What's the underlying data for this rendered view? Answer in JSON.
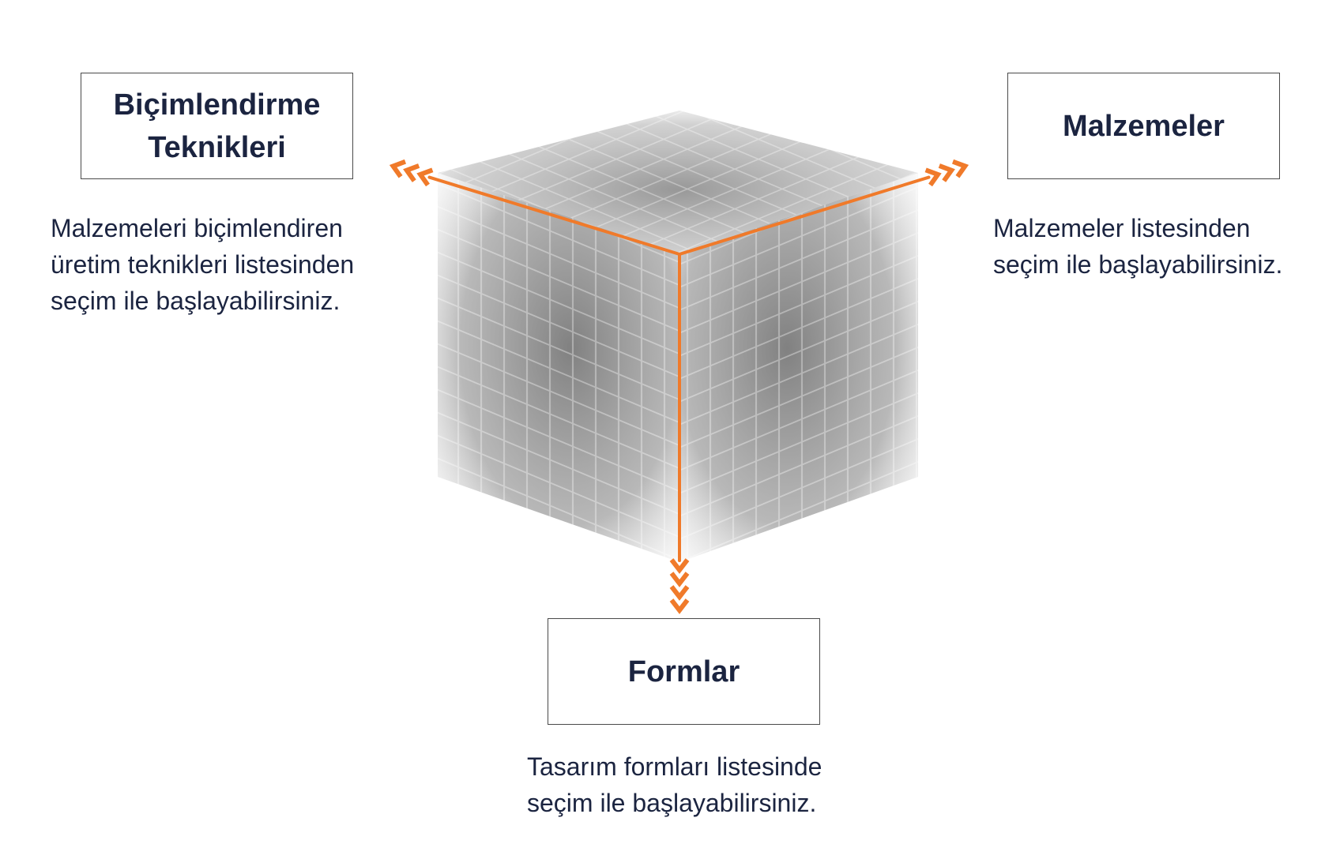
{
  "colors": {
    "accent": "#f07a2a",
    "text": "#1b2440",
    "box_border": "#4a4a4a",
    "cube": "#8a8a8a"
  },
  "cube": {
    "icon": "grid-cube-icon"
  },
  "axes": [
    {
      "name": "techniques",
      "direction": "up-left",
      "chevrons": 3
    },
    {
      "name": "materials",
      "direction": "up-right",
      "chevrons": 3
    },
    {
      "name": "forms",
      "direction": "down",
      "chevrons": 4
    }
  ],
  "techniques": {
    "title": "Biçimlendirme\nTeknikleri",
    "description": "Malzemeleri biçimlendiren\nüretim teknikleri listesinden\nseçim ile başlayabilirsiniz."
  },
  "materials": {
    "title": "Malzemeler",
    "description": "Malzemeler listesinden\nseçim ile başlayabilirsiniz."
  },
  "forms": {
    "title": "Formlar",
    "description": "Tasarım formları listesinde\nseçim ile başlayabilirsiniz."
  }
}
